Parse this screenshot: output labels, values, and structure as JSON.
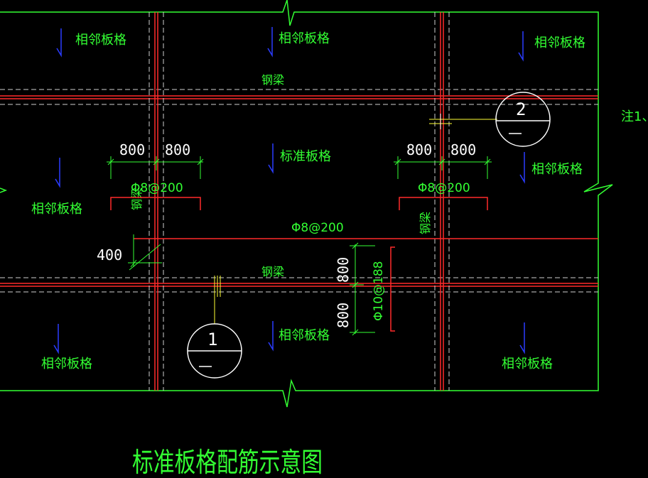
{
  "colors": {
    "background": "#000000",
    "frame": "#33ff33",
    "beam_red": "#ff2a2a",
    "dash_white": "#cfcfcf",
    "blue_mark": "#2a3cff",
    "text_green": "#33ff33",
    "text_white": "#ffffff",
    "yellow": "#ffff33"
  },
  "labels": {
    "adjacent_panel": "相邻板格",
    "standard_panel": "标准板格",
    "steel_beam": "钢梁",
    "note": "注1、",
    "title": "标准板格配筋示意图"
  },
  "dimensions": {
    "d800": "800",
    "d400": "400"
  },
  "rebar": {
    "phi8_200": "Φ8@200",
    "phi10_188": "Φ10@188"
  },
  "sections": {
    "section1_number": "1",
    "section2_number": "2"
  }
}
